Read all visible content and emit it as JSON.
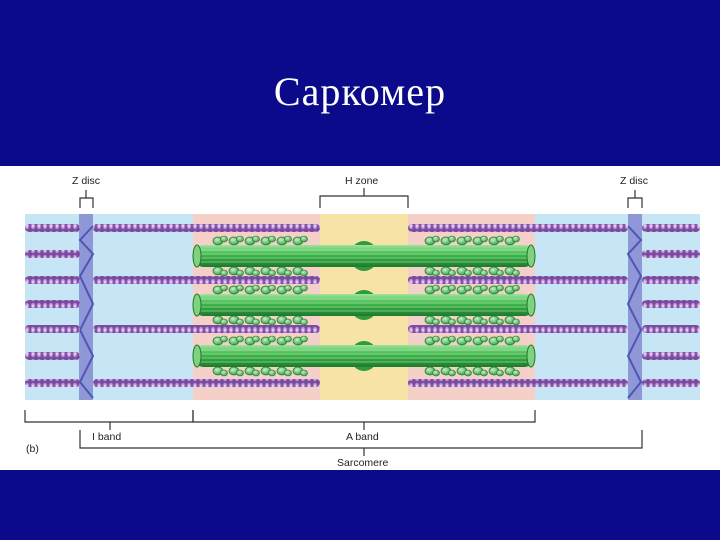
{
  "slide": {
    "title": "Саркомер"
  },
  "figure": {
    "panel_label": "(b)",
    "labels": {
      "z_disc_left": "Z disc",
      "z_disc_right": "Z disc",
      "h_zone": "H zone",
      "i_band": "I band",
      "a_band": "A band",
      "sarcomere": "Sarcomere"
    },
    "colors": {
      "background": "#0a0a8a",
      "i_band_fill": "#c6e6f5",
      "a_band_fill": "#f5d0c8",
      "h_zone_fill": "#f7e3a6",
      "z_disc": "#8f97d6",
      "thin_filament": "#8a5aa8",
      "thick_filament": "#3db54a"
    }
  }
}
